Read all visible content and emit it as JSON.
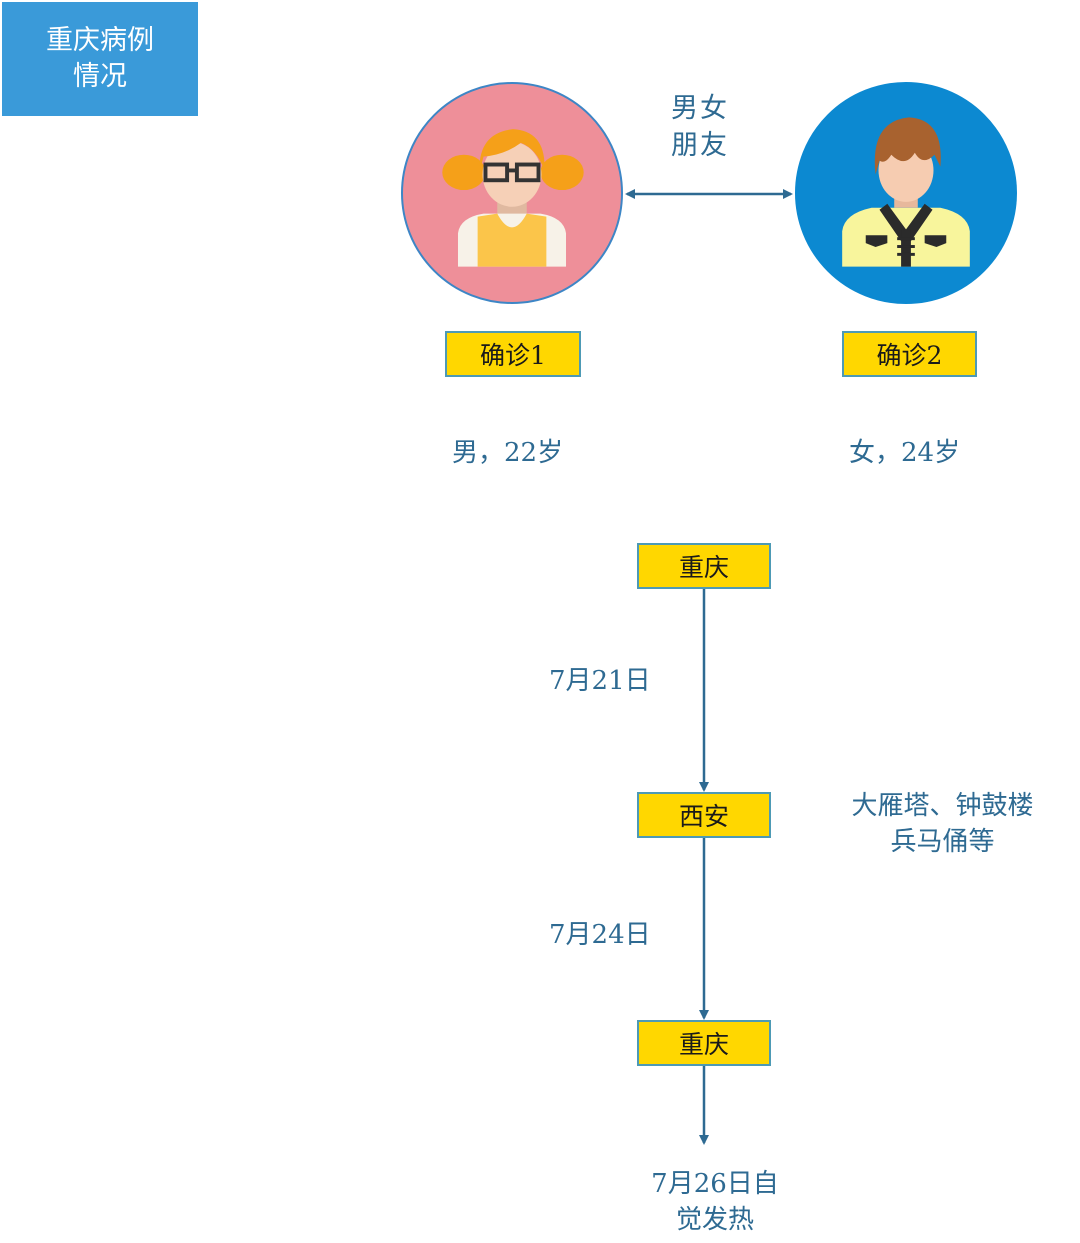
{
  "title": "重庆病例情况",
  "title_lines": [
    "重庆病例",
    "情况"
  ],
  "relationship": {
    "label_lines": [
      "男女",
      "朋友"
    ],
    "type": "bidirectional-arrow"
  },
  "cases": [
    {
      "label": "确诊1",
      "info": "男，22岁",
      "avatar": "person-avatar-glasses-icon",
      "circle_color": "#ee8f99"
    },
    {
      "label": "确诊2",
      "info": "女，24岁",
      "avatar": "person-avatar-jacket-icon",
      "circle_color": "#0c89d1"
    }
  ],
  "timeline": {
    "nodes": [
      "重庆",
      "西安",
      "重庆"
    ],
    "dates": [
      "7月21日",
      "7月24日"
    ],
    "xian_note_lines": [
      "大雁塔、钟鼓楼",
      "兵马俑等"
    ],
    "end_note_lines": [
      "7月26日自",
      "觉发热"
    ]
  },
  "colors": {
    "title_bg": "#3a9ad9",
    "tag_bg": "#ffd700",
    "tag_border": "#4d9ab5",
    "text_blue": "#2e6a92",
    "arrow": "#2e6a92"
  }
}
